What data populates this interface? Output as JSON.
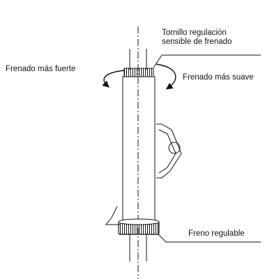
{
  "labels": {
    "screw_line1": "Tornillo regulación",
    "screw_line2": "sensible de frenado",
    "stronger": "Frenado más fuerte",
    "softer": "Frenado más suave",
    "adjustable": "Freno regulable"
  },
  "colors": {
    "line": "#111111",
    "background": "#ffffff"
  }
}
